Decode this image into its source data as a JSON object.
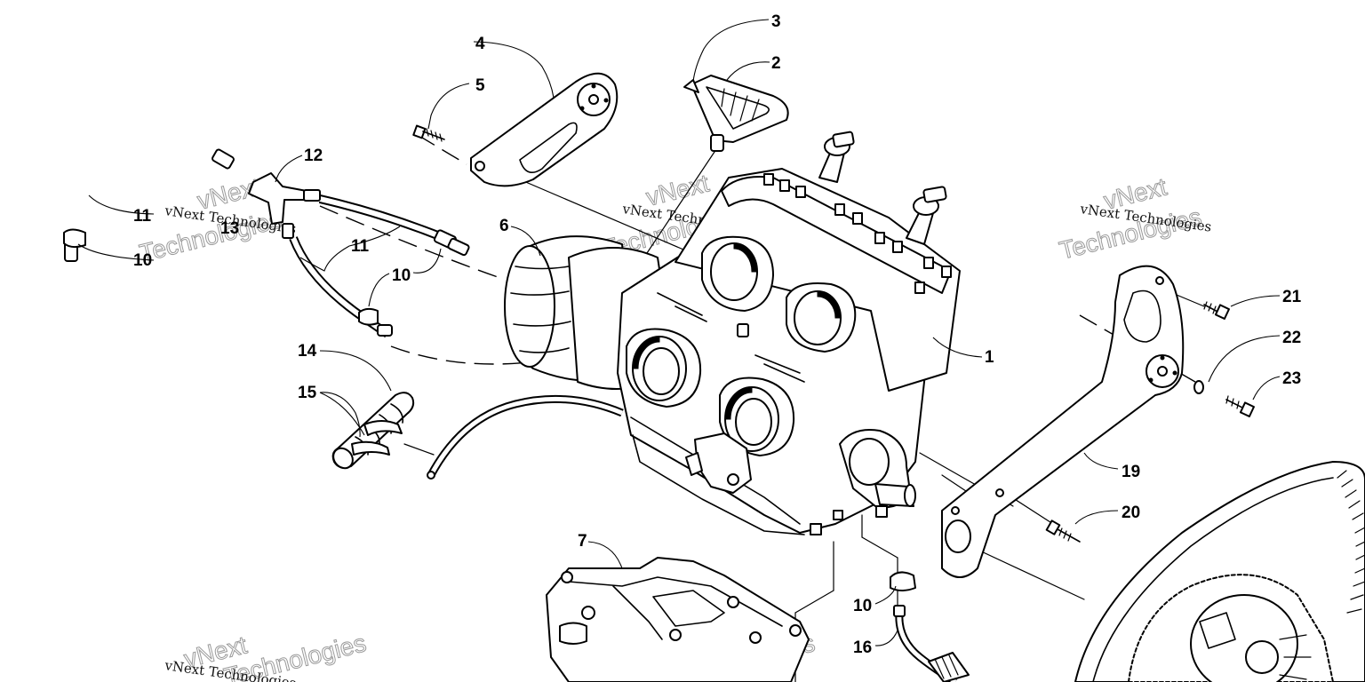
{
  "diagram": {
    "type": "exploded parts diagram",
    "callouts": [
      {
        "id": "c1",
        "label": "1"
      },
      {
        "id": "c2",
        "label": "2"
      },
      {
        "id": "c3",
        "label": "3"
      },
      {
        "id": "c4",
        "label": "4"
      },
      {
        "id": "c5",
        "label": "5"
      },
      {
        "id": "c6",
        "label": "6"
      },
      {
        "id": "c7",
        "label": "7"
      },
      {
        "id": "c10a",
        "label": "10"
      },
      {
        "id": "c10b",
        "label": "10"
      },
      {
        "id": "c10c",
        "label": "10"
      },
      {
        "id": "c11a",
        "label": "11"
      },
      {
        "id": "c11b",
        "label": "11"
      },
      {
        "id": "c12",
        "label": "12"
      },
      {
        "id": "c13",
        "label": "13"
      },
      {
        "id": "c14",
        "label": "14"
      },
      {
        "id": "c15",
        "label": "15"
      },
      {
        "id": "c16",
        "label": "16"
      },
      {
        "id": "c19",
        "label": "19"
      },
      {
        "id": "c20",
        "label": "20"
      },
      {
        "id": "c21",
        "label": "21"
      },
      {
        "id": "c22",
        "label": "22"
      },
      {
        "id": "c23",
        "label": "23"
      }
    ]
  },
  "watermark": {
    "line1": "vNext Technologies",
    "line2": "vNext",
    "line3": "Technologies"
  },
  "colors": {
    "ink": "#000000",
    "paper": "#ffffff",
    "watermark_outline": "#9a9a9a"
  }
}
